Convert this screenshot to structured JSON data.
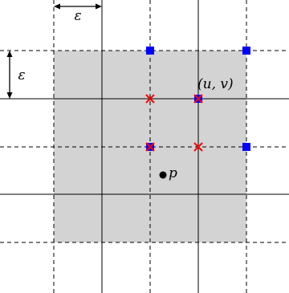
{
  "labels": {
    "epsilon_horizontal": "ε",
    "epsilon_vertical": "ε",
    "uv": "(u, v)",
    "p": "p"
  },
  "colors": {
    "region_fill": "#d3d3d3",
    "line": "#000000",
    "square_marker": "#0000ff",
    "cross_marker": "#ff0000",
    "point": "#000000"
  }
}
